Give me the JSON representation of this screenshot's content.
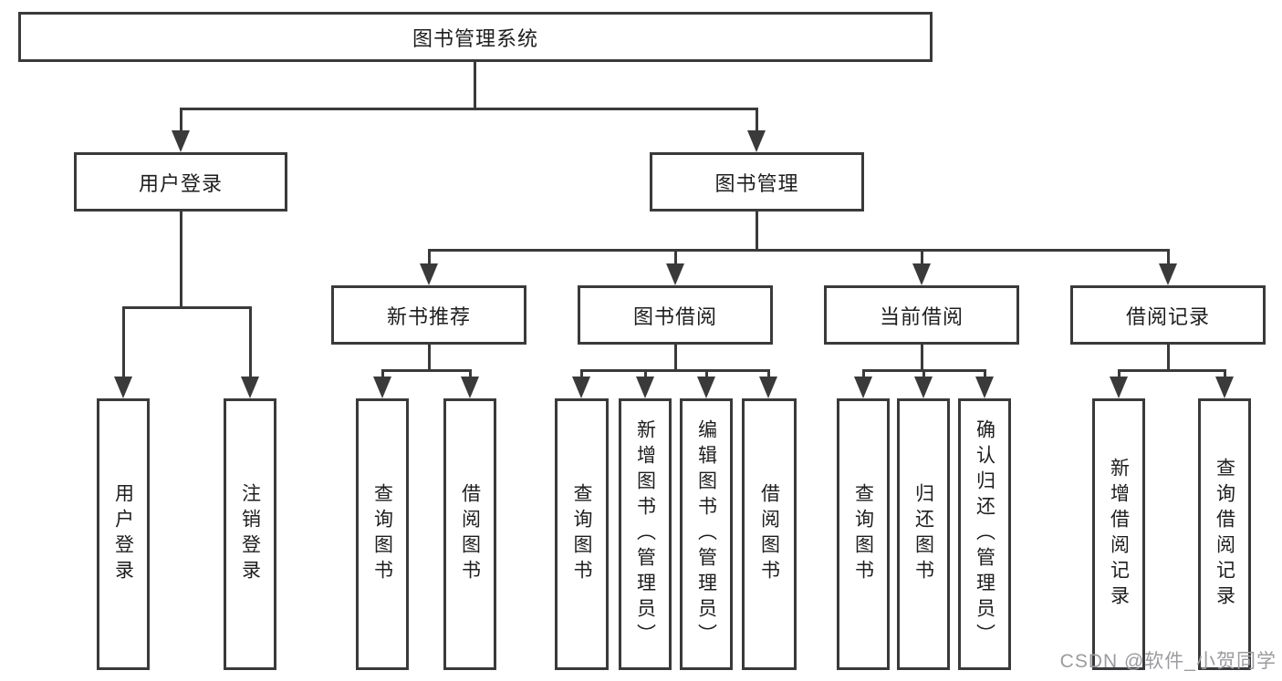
{
  "diagram": {
    "title": "图书管理系统",
    "nodes": {
      "root": "图书管理系统",
      "level2": [
        "用户登录",
        "图书管理"
      ],
      "level3": [
        "新书推荐",
        "图书借阅",
        "当前借阅",
        "借阅记录"
      ],
      "leaves_user": [
        "用户登录",
        "注销登录"
      ],
      "leaves_recommend": [
        "查询图书",
        "借阅图书"
      ],
      "leaves_borrow": [
        "查询图书",
        "新增图书（管理员）",
        "编辑图书（管理员）",
        "借阅图书"
      ],
      "leaves_current": [
        "查询图书",
        "归还图书",
        "确认归还（管理员）"
      ],
      "leaves_records": [
        "新增借阅记录",
        "查询借阅记录"
      ]
    }
  },
  "watermark": "CSDN @软件_小贺同学",
  "colors": {
    "line": "#3a3a3a",
    "text": "#1e1e1e",
    "bg": "#ffffff",
    "watermark": "#9b9ba1"
  }
}
